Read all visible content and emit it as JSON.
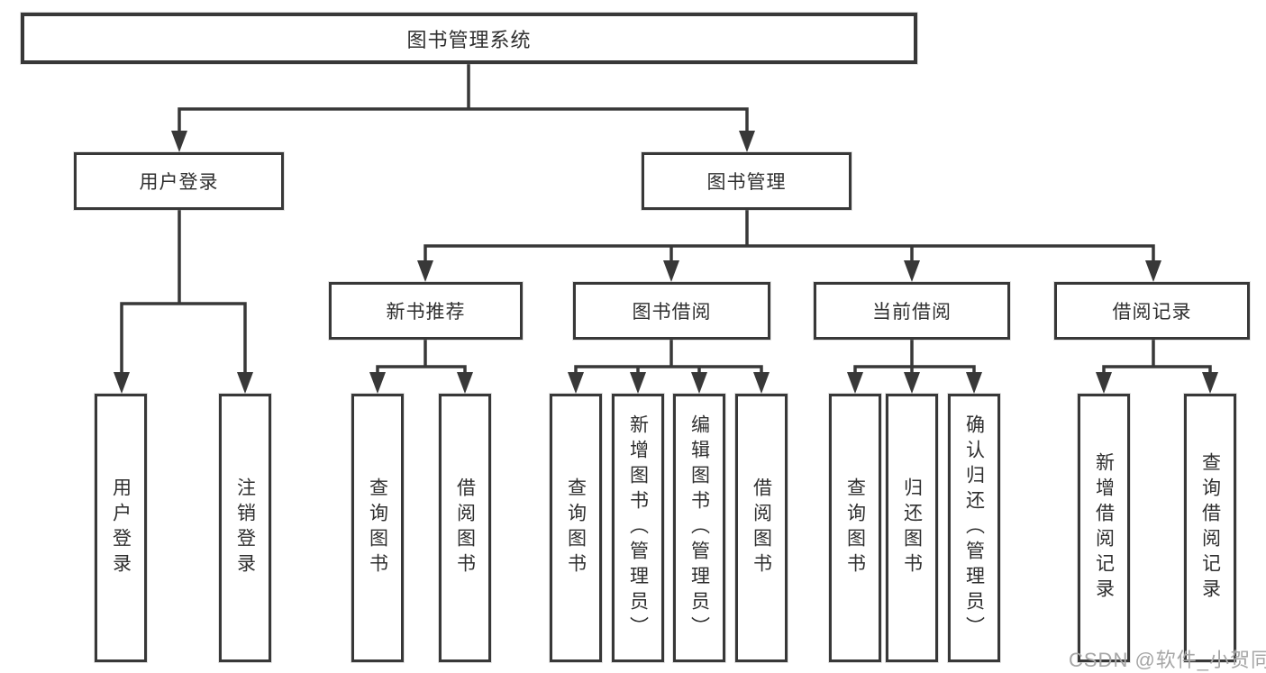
{
  "diagram": {
    "title": "图书管理系统",
    "branches": [
      {
        "label": "用户登录",
        "children": [
          {
            "label": "用户登录"
          },
          {
            "label": "注销登录"
          }
        ]
      },
      {
        "label": "图书管理",
        "sections": [
          {
            "label": "新书推荐",
            "children": [
              {
                "label": "查询图书"
              },
              {
                "label": "借阅图书"
              }
            ]
          },
          {
            "label": "图书借阅",
            "children": [
              {
                "label": "查询图书"
              },
              {
                "label": "新增图书（管理员）"
              },
              {
                "label": "编辑图书（管理员）"
              },
              {
                "label": "借阅图书"
              }
            ]
          },
          {
            "label": "当前借阅",
            "children": [
              {
                "label": "查询图书"
              },
              {
                "label": "归还图书"
              },
              {
                "label": "确认归还（管理员）"
              }
            ]
          },
          {
            "label": "借阅记录",
            "children": [
              {
                "label": "新增借阅记录"
              },
              {
                "label": "查询借阅记录"
              }
            ]
          }
        ]
      }
    ]
  },
  "watermark": {
    "text": "CSDN @软件_小贺同学"
  },
  "colors": {
    "line": "#383838",
    "text": "#2f2f2f",
    "background": "#ffffff",
    "watermark": "#a6a6a6"
  }
}
